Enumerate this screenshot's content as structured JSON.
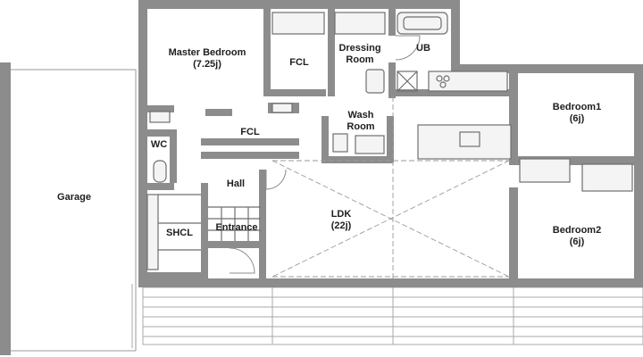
{
  "rooms": {
    "garage": {
      "name": "Garage"
    },
    "master_bedroom": {
      "name": "Master Bedroom",
      "size": "(7.25j)"
    },
    "fcl_upper": {
      "name": "FCL"
    },
    "dressing_room": {
      "name": "Dressing",
      "name2": "Room"
    },
    "ub": {
      "name": "UB"
    },
    "wc": {
      "name": "WC"
    },
    "fcl_hall": {
      "name": "FCL"
    },
    "wash_room": {
      "name": "Wash",
      "name2": "Room"
    },
    "hall": {
      "name": "Hall"
    },
    "bedroom1": {
      "name": "Bedroom1",
      "size": "(6j)"
    },
    "shcl": {
      "name": "SHCL"
    },
    "entrance": {
      "name": "Entrance"
    },
    "ldk": {
      "name": "LDK",
      "size": "(22j)"
    },
    "bedroom2": {
      "name": "Bedroom2",
      "size": "(6j)"
    }
  },
  "colors": {
    "wall": "#8c8c8c",
    "wall_dark": "#6e6e6e",
    "line": "#9a9a9a",
    "text": "#1e1e1e",
    "background": "#ffffff"
  }
}
